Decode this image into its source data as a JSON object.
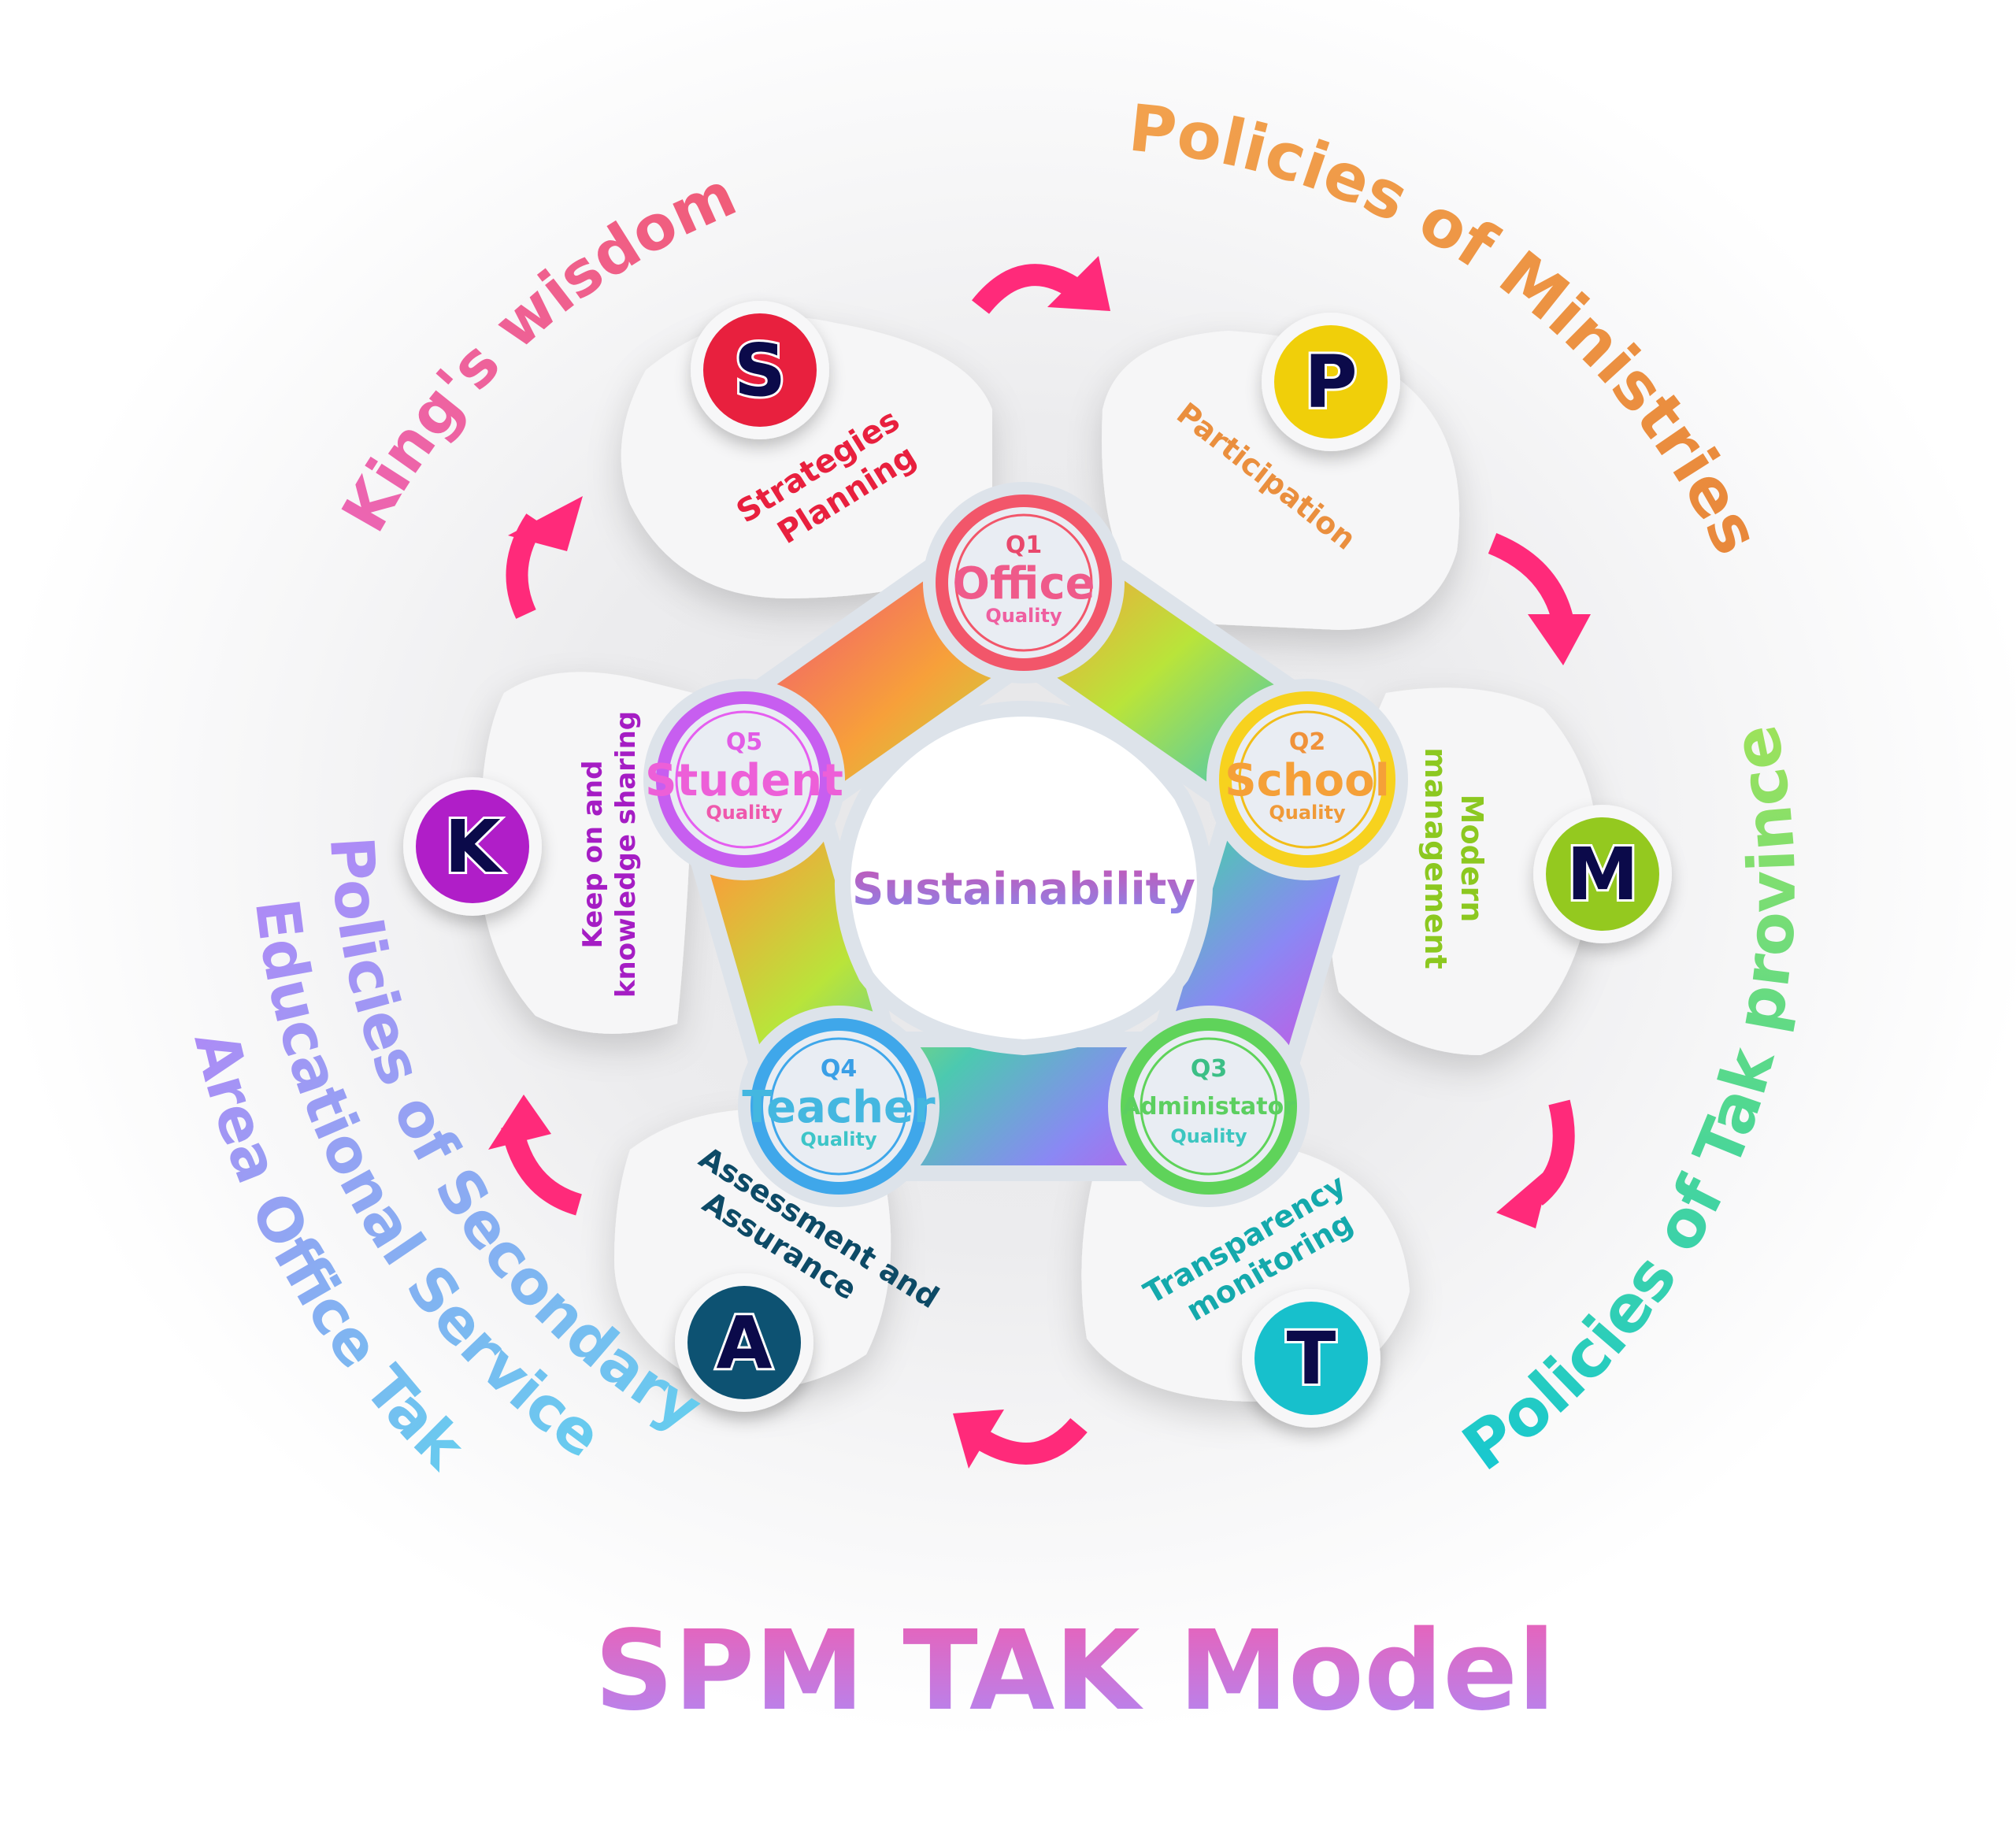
{
  "title": "SPM TAK Model",
  "center": {
    "label": "Sustainability"
  },
  "outer_labels": {
    "kings_wisdom": "King's wisdom",
    "ministries": "Policies of Ministries",
    "tak_province": "Policies of Tak province",
    "secondary_line1": "Policies of Secondary",
    "secondary_line2": "Educational Service",
    "secondary_line3": "Area Office Tak"
  },
  "quality_nodes": [
    {
      "code": "Q1",
      "name": "Office",
      "sub": "Quality",
      "color": "#f2566a"
    },
    {
      "code": "Q2",
      "name": "School",
      "sub": "Quality",
      "color": "#f7d21e"
    },
    {
      "code": "Q3",
      "name": "Administator",
      "sub": "Quality",
      "color": "#5fd35a"
    },
    {
      "code": "Q4",
      "name": "Teacher",
      "sub": "Quality",
      "color": "#3fa7ea"
    },
    {
      "code": "Q5",
      "name": "Student",
      "sub": "Quality",
      "color": "#c75ef0"
    }
  ],
  "petals": [
    {
      "letter": "S",
      "label_line1": "Strategies",
      "label_line2": "Planning",
      "badge_color": "#e8203e",
      "text_color": "#e8203e"
    },
    {
      "letter": "P",
      "label_line1": "Participation",
      "label_line2": "",
      "badge_color": "#f0cf0a",
      "text_color": "#ea8f3e"
    },
    {
      "letter": "M",
      "label_line1": "Modern",
      "label_line2": "management",
      "badge_color": "#94c91f",
      "text_color": "#8cc820"
    },
    {
      "letter": "T",
      "label_line1": "Transparency",
      "label_line2": "monitoring",
      "badge_color": "#17c0cc",
      "text_color": "#14a9ac"
    },
    {
      "letter": "A",
      "label_line1": "Assessment and",
      "label_line2": "Assurance",
      "badge_color": "#0d5272",
      "text_color": "#0d4a66"
    },
    {
      "letter": "K",
      "label_line1": "Keep on and",
      "label_line2": "knowledge sharing",
      "badge_color": "#b01ec8",
      "text_color": "#a51dc4"
    }
  ],
  "colors": {
    "arrow": "#ff2a7a",
    "letter_fill": "#0b0a4a",
    "title_top": "#ec5fb4",
    "title_bottom": "#b088f6"
  }
}
